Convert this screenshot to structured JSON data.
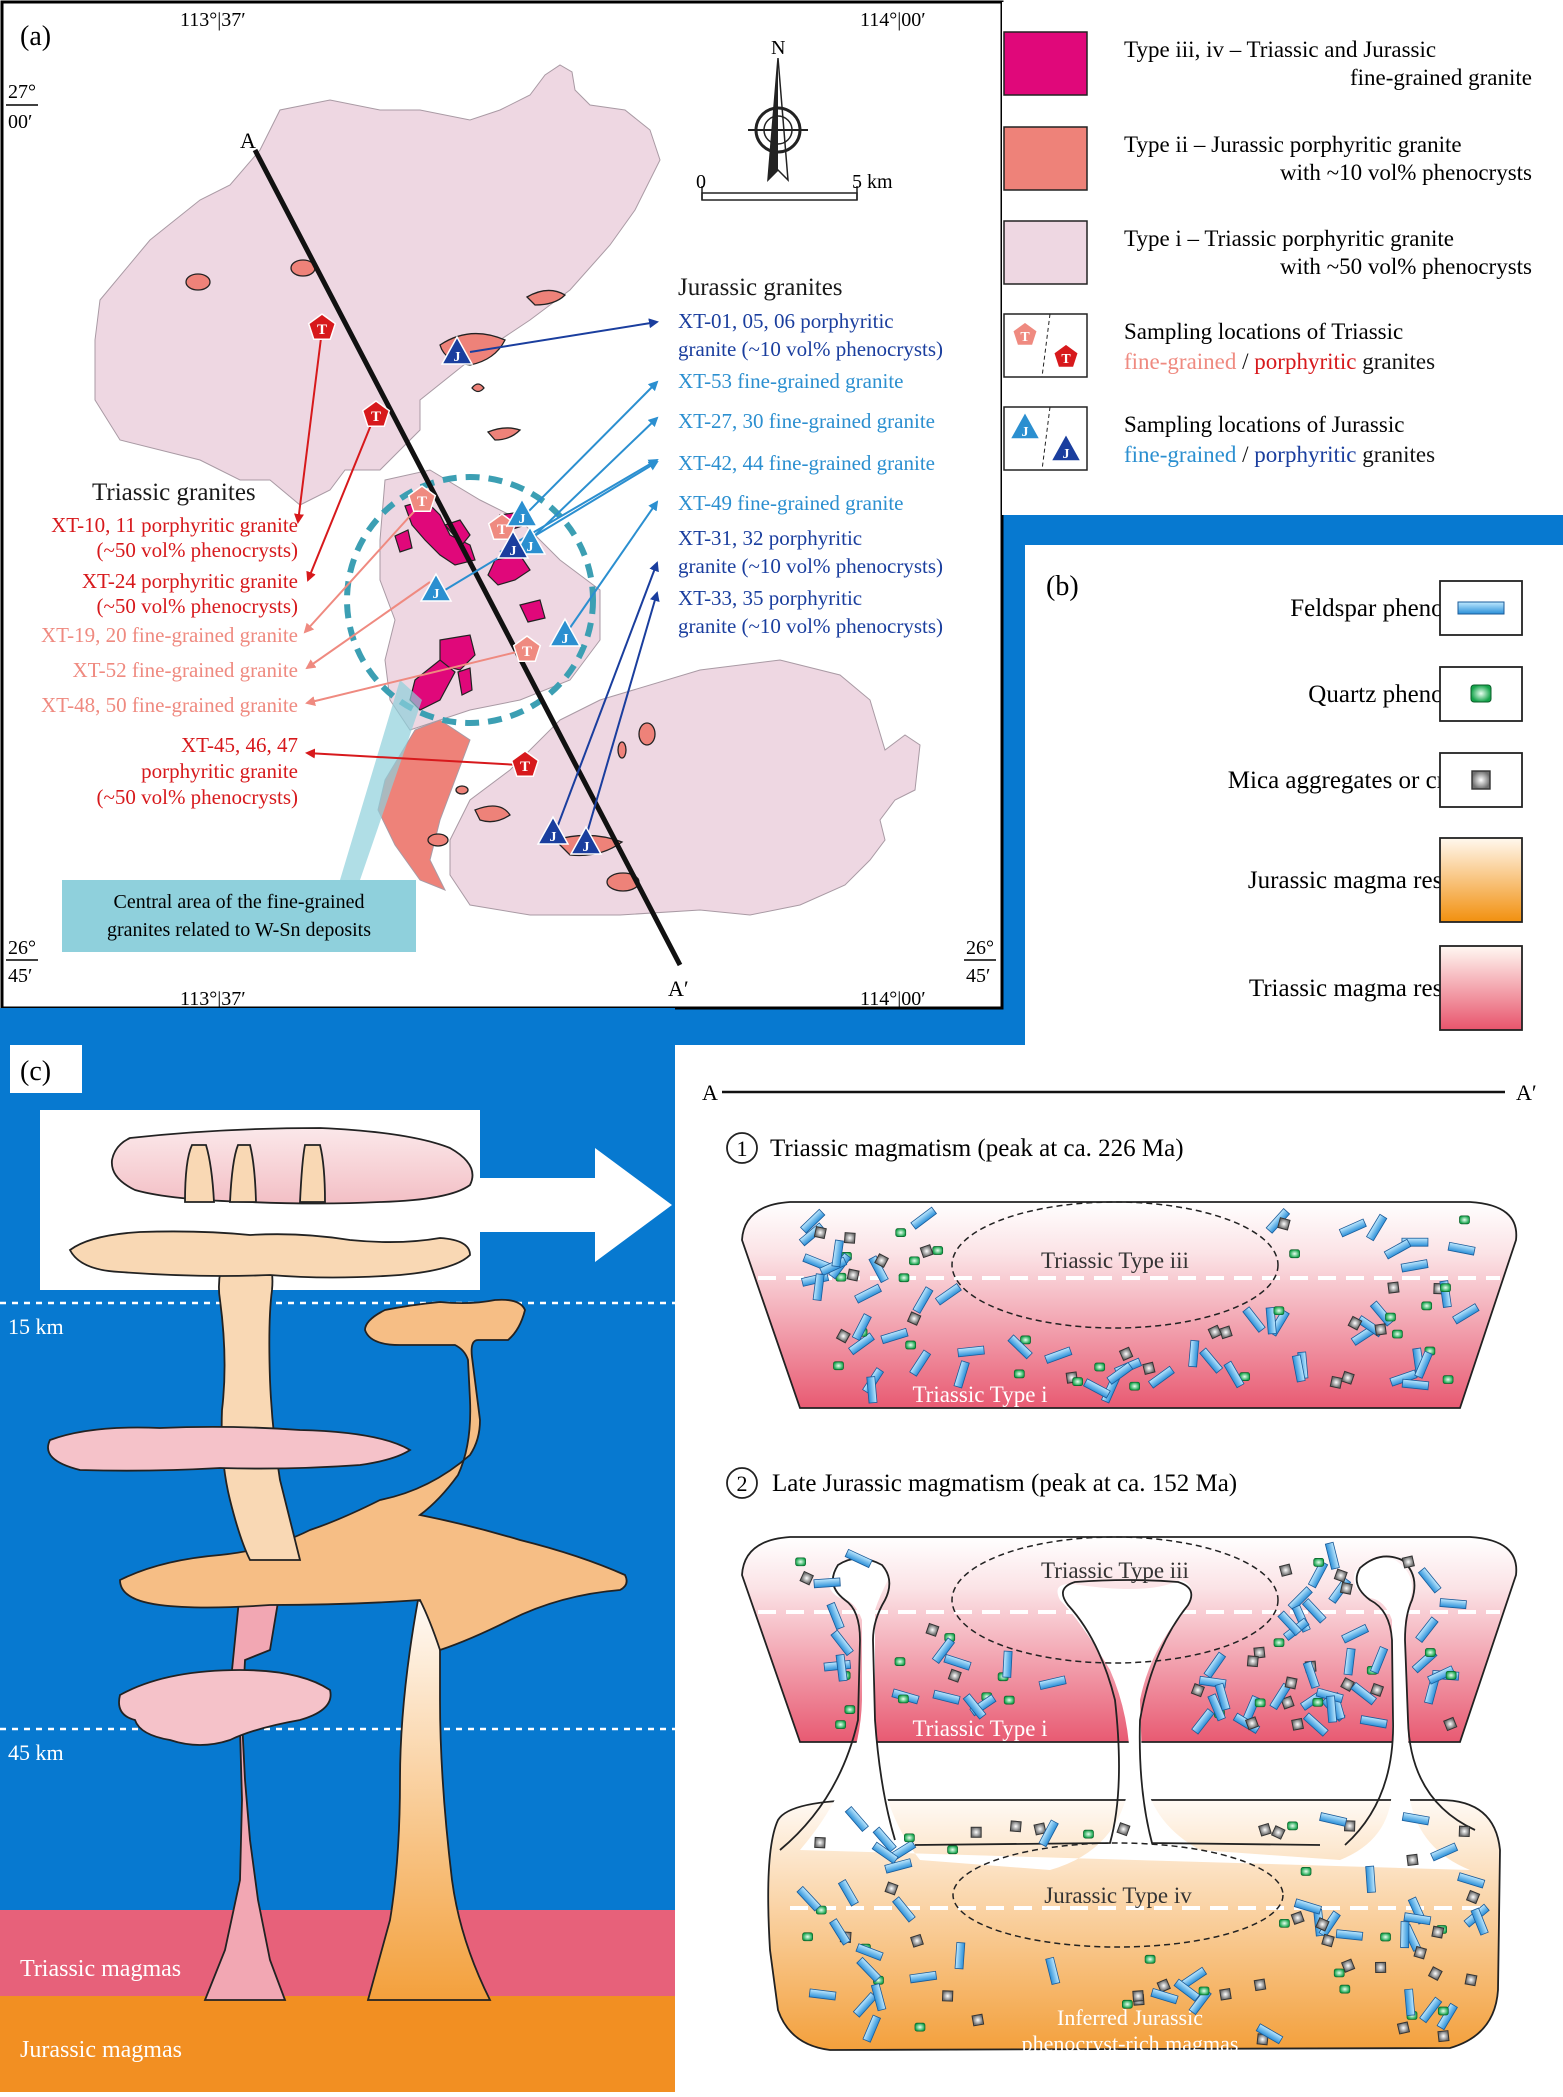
{
  "panel_labels": {
    "a": "(a)",
    "b": "(b)",
    "c": "(c)"
  },
  "map": {
    "coords": {
      "top_left_lon": "113°|37′",
      "top_right_lon": "114°|00′",
      "bottom_left_lon": "113°|37′",
      "bottom_right_lon": "114°|00′",
      "lat_top_deg": "27°",
      "lat_top_min": "00′",
      "lat_bottom_left_deg": "26°",
      "lat_bottom_left_min": "45′",
      "lat_bottom_right_deg": "26°",
      "lat_bottom_right_min": "45′"
    },
    "north": "N",
    "scale": {
      "start": "0",
      "end": "5 km"
    },
    "section_line": {
      "start": "A",
      "end": "A′"
    },
    "jurassic": {
      "heading": "Jurassic granites",
      "items": [
        {
          "line1": "XT-01, 05, 06 porphyritic",
          "line2": "granite (~10 vol% phenocrysts)",
          "color": "#1a3e9e"
        },
        {
          "line1": "XT-53 fine-grained granite",
          "line2": "",
          "color": "#2b8fd0"
        },
        {
          "line1": "XT-27, 30 fine-grained granite",
          "line2": "",
          "color": "#2b8fd0"
        },
        {
          "line1": "XT-42, 44 fine-grained granite",
          "line2": "",
          "color": "#2b8fd0"
        },
        {
          "line1": "XT-49 fine-grained granite",
          "line2": "",
          "color": "#2b8fd0"
        },
        {
          "line1": "XT-31, 32 porphyritic",
          "line2": "granite (~10 vol% phenocrysts)",
          "color": "#1a3e9e"
        },
        {
          "line1": "XT-33, 35 porphyritic",
          "line2": "granite (~10 vol% phenocrysts)",
          "color": "#1a3e9e"
        }
      ]
    },
    "triassic": {
      "heading": "Triassic granites",
      "items": [
        {
          "lines": [
            "XT-10, 11 porphyritic granite",
            "(~50 vol% phenocrysts)"
          ],
          "color": "#d7191c"
        },
        {
          "lines": [
            "XT-24 porphyritic granite",
            "(~50 vol% phenocrysts)"
          ],
          "color": "#d7191c"
        },
        {
          "lines": [
            "XT-19, 20 fine-grained granite"
          ],
          "color": "#ef8a80"
        },
        {
          "lines": [
            "XT-52 fine-grained granite"
          ],
          "color": "#ef8a80"
        },
        {
          "lines": [
            "XT-48, 50 fine-grained granite"
          ],
          "color": "#ef8a80"
        },
        {
          "lines": [
            "XT-45, 46, 47",
            "porphyritic granite",
            "(~50 vol% phenocrysts)"
          ],
          "color": "#d7191c"
        }
      ]
    },
    "central_area": {
      "line1": "Central area of the fine-grained",
      "line2": "granites related to W-Sn deposits"
    },
    "marker_letters": {
      "triassic": "T",
      "jurassic": "J"
    }
  },
  "legend_a": [
    {
      "line1": "Type iii, iv – Triassic and Jurassic",
      "line2": "fine-grained granite",
      "color": "#e0087a"
    },
    {
      "line1": "Type ii – Jurassic porphyritic granite",
      "line2": "with ~10 vol% phenocrysts",
      "color": "#ee8279"
    },
    {
      "line1": "Type i – Triassic porphyritic granite",
      "line2": "with ~50 vol% phenocrysts",
      "color": "#eed7e2"
    },
    {
      "line1": "Sampling locations of Triassic",
      "line2a": "fine-grained",
      "sep": " / ",
      "line2b": "porphyritic",
      "line2c": " granites",
      "colorA": "#ef8a80",
      "colorB": "#d7191c"
    },
    {
      "line1": "Sampling locations of Jurassic",
      "line2a": "fine-grained",
      "sep": " / ",
      "line2b": "porphyritic",
      "line2c": " granites",
      "colorA": "#2b8fd0",
      "colorB": "#1a3e9e"
    }
  ],
  "legend_b": [
    {
      "label": "Feldspar phenocrysts",
      "icon": "feldspar-icon"
    },
    {
      "label": "Quartz phenocrysts",
      "icon": "quartz-icon"
    },
    {
      "label": "Mica aggregates or crystals",
      "icon": "mica-icon"
    },
    {
      "label": "Jurassic magma reservoir",
      "icon": "jurassic-reservoir-swatch"
    },
    {
      "label": "Triassic magma reservoir",
      "icon": "triassic-reservoir-swatch"
    }
  ],
  "panel_c": {
    "depth_15": "15 km",
    "depth_45": "45 km",
    "triassic_magmas": "Triassic magmas",
    "jurassic_magmas": "Jurassic magmas",
    "section_a": "A",
    "section_a_prime": "A′",
    "stage1_num": "1",
    "stage1_title": "Triassic magmatism (peak at ca. 226 Ma)",
    "stage2_num": "2",
    "stage2_title": "Late Jurassic magmatism (peak at ca. 152 Ma)",
    "triassic_type_iii": "Triassic Type iii",
    "triassic_type_i": "Triassic Type i",
    "jurassic_type_iv": "Jurassic Type iv",
    "inferred_line1": "Inferred Jurassic",
    "inferred_line2": "phenocryst-rich magmas"
  },
  "colors": {
    "blue_bg": "#0779d0",
    "fine_grained": "#e0087a",
    "porphyritic_ii": "#ee8279",
    "porphyritic_i": "#eed7e2"
  }
}
